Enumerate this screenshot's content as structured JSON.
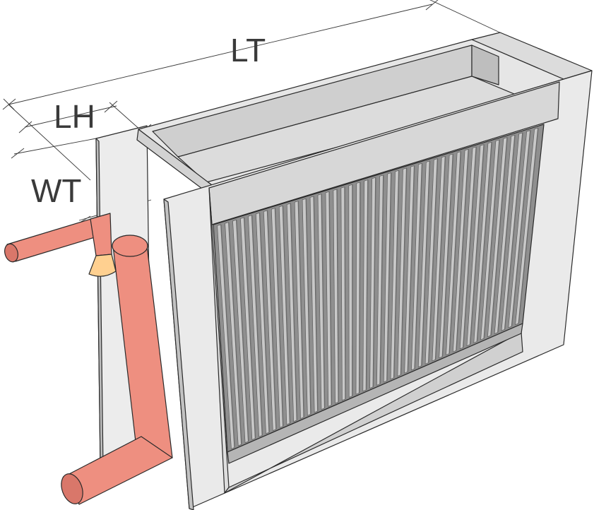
{
  "dimensions": {
    "lt": "LT",
    "lh": "LH",
    "wt": "WT"
  },
  "colors": {
    "frame_light": "#e9e9e9",
    "frame_mid": "#d4d4d4",
    "frame_dark": "#b9b9b9",
    "fin_light": "#c8c8c8",
    "fin_dark": "#8e8e8e",
    "pipe": "#ee8f80",
    "pipe_dark": "#d9776a",
    "valve": "#ffd090"
  },
  "fins": {
    "count": 42
  }
}
